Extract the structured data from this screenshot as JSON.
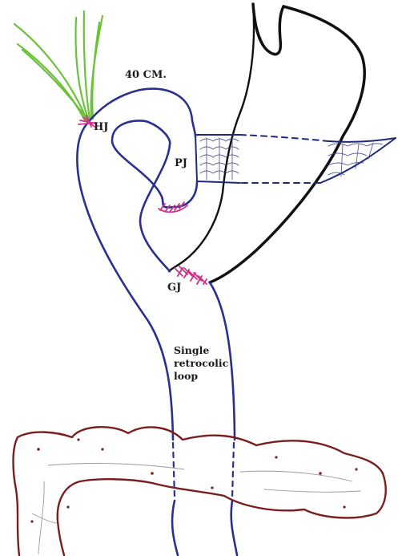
{
  "labels": {
    "length": "40 CM.",
    "hepaticojejunostomy": "HJ",
    "pancreaticojejunostomy": "PJ",
    "gastrojejunostomy": "GJ",
    "loop_line1": "Single",
    "loop_line2": "retrocolic",
    "loop_line3": "loop"
  },
  "colors": {
    "jejunum": "#2b2f8f",
    "stomach": "#111111",
    "suture": "#d0308a",
    "bile_duct": "#6cc13a",
    "colon": "#7a1f1f",
    "pancreas": "#1e2a7a"
  }
}
